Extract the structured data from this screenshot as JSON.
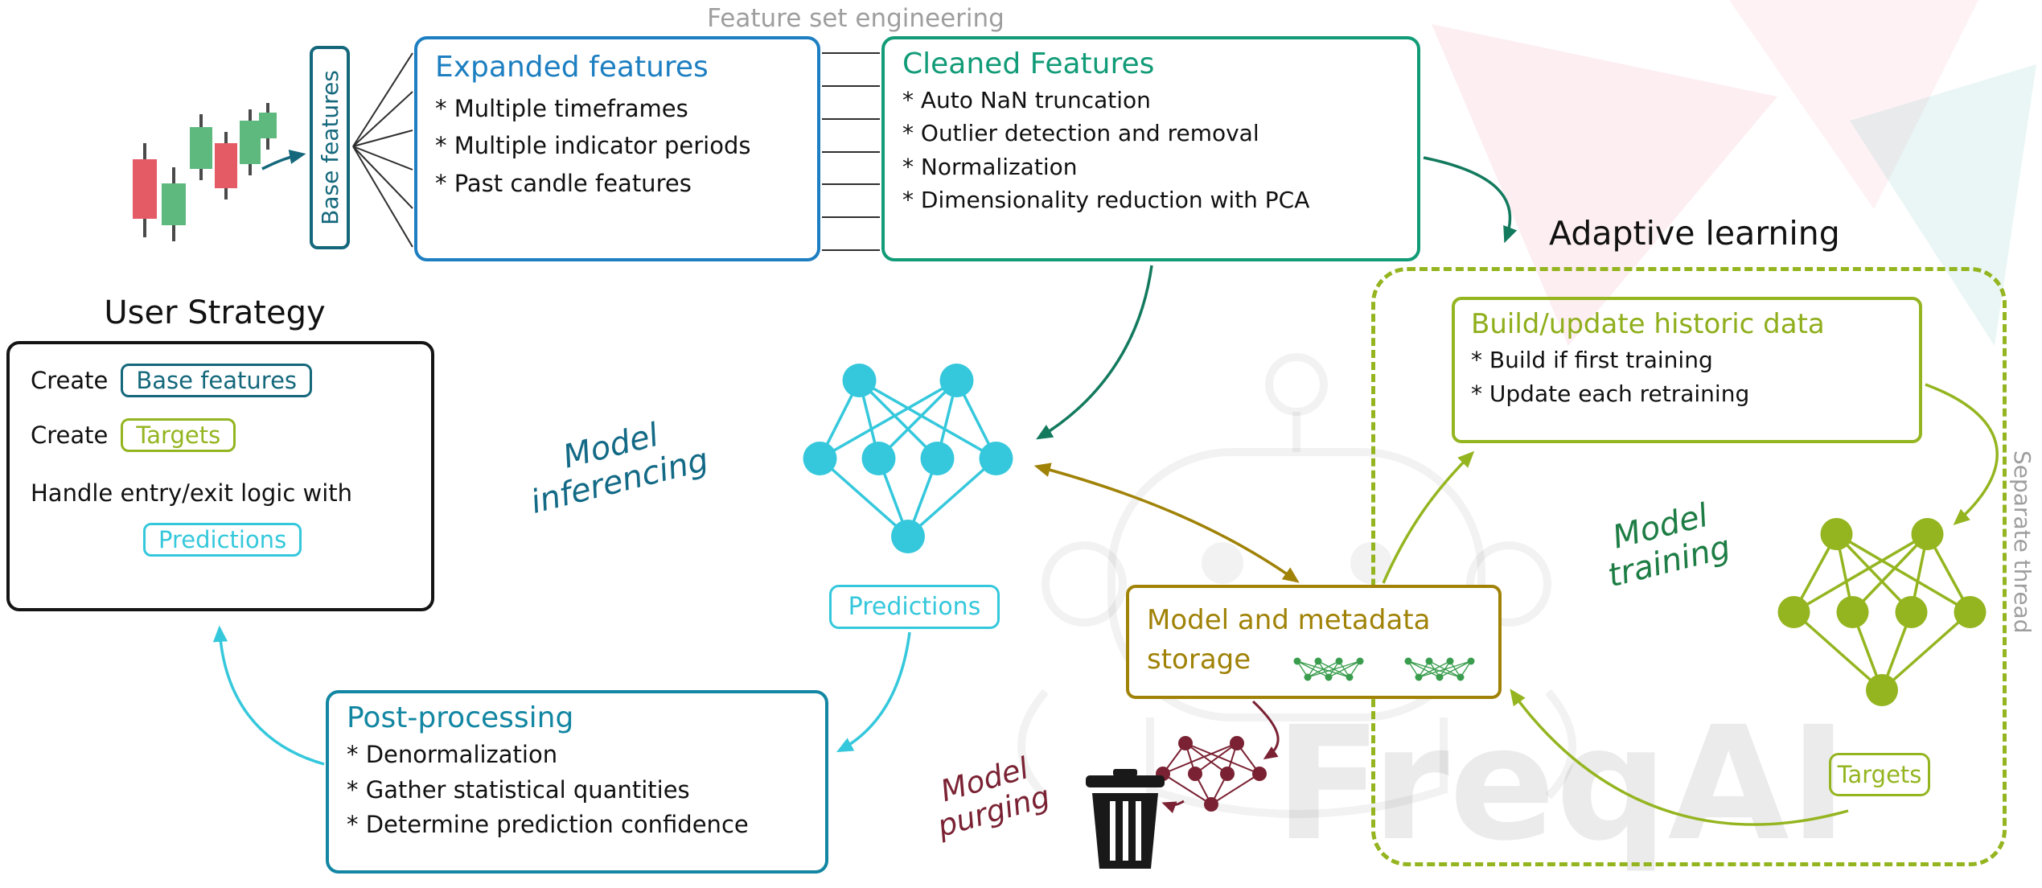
{
  "colors": {
    "blue": "#1d7fc1",
    "dark_teal": "#15687c",
    "teal_green": "#119b77",
    "arrow_green": "#137a5e",
    "cyan": "#35c8dc",
    "dark_cyan": "#1286a2",
    "inferencing_teal": "#136a86",
    "olive": "#94b520",
    "dark_yellow": "#a08207",
    "dark_red": "#7a2233",
    "training_green": "#1d7d44",
    "gray": "#9e9e9e",
    "mini_green": "#3a9d4e",
    "candle_red": "#e45b66",
    "candle_green": "#5eb97e"
  },
  "fe": {
    "header": "Feature set engineering",
    "base_label": "Base features",
    "expanded": {
      "title": "Expanded features",
      "items": [
        "* Multiple timeframes",
        "* Multiple indicator periods",
        "* Past candle features"
      ]
    },
    "cleaned": {
      "title": "Cleaned Features",
      "items": [
        "* Auto NaN truncation",
        "* Outlier detection and removal",
        "* Normalization",
        "* Dimensionality reduction with PCA"
      ]
    }
  },
  "strategy": {
    "title": "User Strategy",
    "create1": "Create",
    "chip_base": "Base features",
    "create2": "Create",
    "chip_targets": "Targets",
    "handle": "Handle entry/exit logic with",
    "chip_predictions": "Predictions"
  },
  "inferencing": {
    "line1": "Model",
    "line2": "inferencing"
  },
  "predictions_label": "Predictions",
  "storage": {
    "line1": "Model and metadata",
    "line2": "storage"
  },
  "adaptive": {
    "title": "Adaptive learning",
    "build": {
      "title": "Build/update historic data",
      "items": [
        "* Build if first training",
        "* Update each retraining"
      ]
    },
    "targets_label": "Targets",
    "separate_thread": "Separate thread"
  },
  "training": {
    "line1": "Model",
    "line2": "training"
  },
  "post": {
    "title": "Post-processing",
    "items": [
      "* Denormalization",
      "* Gather statistical quantities",
      "* Determine prediction confidence"
    ]
  },
  "purging": {
    "line1": "Model",
    "line2": "purging"
  },
  "watermark": "FreqAI"
}
